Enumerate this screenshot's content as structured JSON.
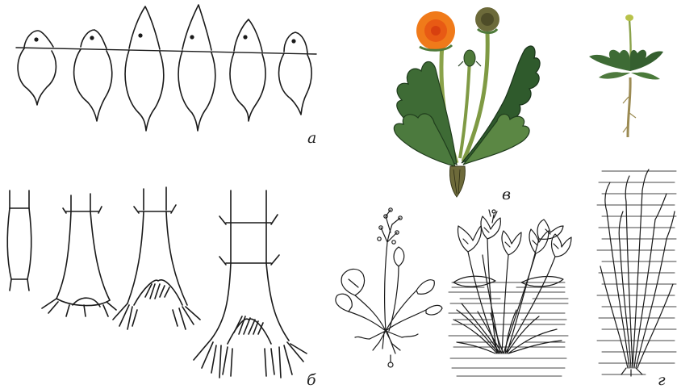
{
  "figure": {
    "panels": [
      {
        "id": "a",
        "label": "а"
      },
      {
        "id": "b",
        "label": "б"
      },
      {
        "id": "v",
        "label": "в"
      },
      {
        "id": "g",
        "label": "г"
      }
    ]
  },
  "colors": {
    "ink": "#1a1a1a",
    "flower_orange": "#f07a1a",
    "flower_center": "#e23b10",
    "seedhead": "#6c6a3a",
    "leaf_dark": "#2f5a2c",
    "leaf_light": "#6f9a4a",
    "stem": "#8aa24a",
    "root": "#9b8a52",
    "water_line": "#444444"
  }
}
